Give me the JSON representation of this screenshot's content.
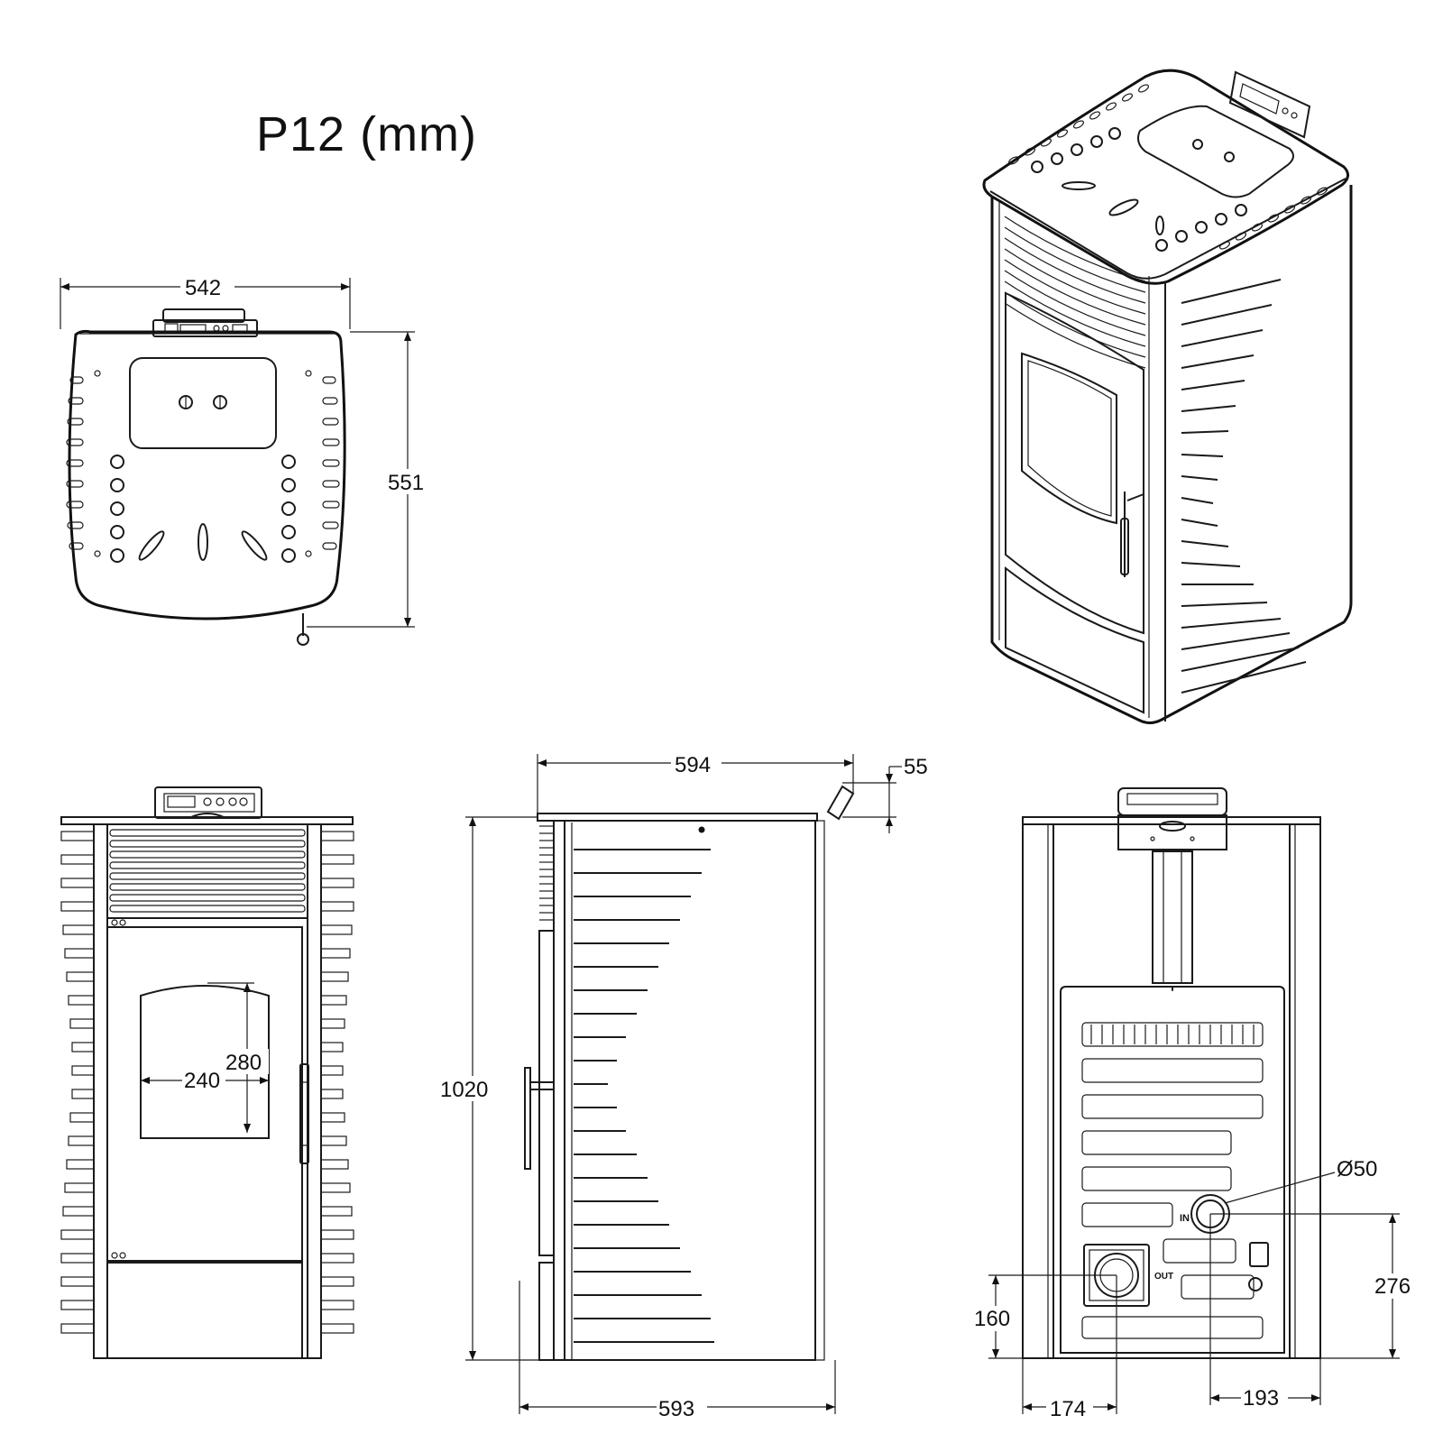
{
  "title": "P12 (mm)",
  "dimensions": {
    "top_width": "542",
    "top_depth": "551",
    "front_glass_width": "240",
    "front_glass_height": "280",
    "side_depth_top": "594",
    "side_panel_offset": "55",
    "height": "1020",
    "side_depth_bottom": "593",
    "flue_diameter": "Ø50",
    "air_inlet_height": "276",
    "outlet_height": "160",
    "outlet_from_left": "174",
    "inlet_from_right": "193"
  },
  "labels": {
    "inlet": "IN",
    "outlet": "OUT"
  }
}
